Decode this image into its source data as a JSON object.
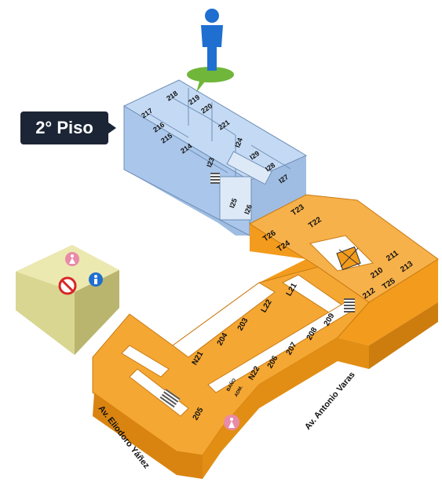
{
  "floor_label": "2° Piso",
  "streets": {
    "left": "Av. Eliodoro Yáñez",
    "right": "Av. Antonio Varas"
  },
  "rooms_blue": [
    "217",
    "218",
    "219",
    "220",
    "216",
    "215",
    "221",
    "214",
    "I24",
    "I23",
    "I29",
    "I28",
    "I27",
    "I25",
    "I26"
  ],
  "rooms_orange": [
    "T23",
    "T26",
    "T22",
    "T24",
    "L21",
    "L22",
    "203",
    "204",
    "N21",
    "211",
    "210",
    "213",
    "212",
    "T25",
    "209",
    "208",
    "207",
    "206",
    "N22",
    "205"
  ],
  "small_label": [
    "BAÑO",
    "ADM."
  ],
  "icons": [
    "person-marker-icon",
    "restroom-women-icon",
    "restroom-men-icon",
    "no-smoking-icon"
  ],
  "colors": {
    "blue_building": "#b7d1f0",
    "orange_building": "#f39b1c",
    "annex": "#e8e6a4",
    "badge": "#1b2535",
    "marker": "#1f6fd1",
    "marker_base": "#7cc244"
  }
}
